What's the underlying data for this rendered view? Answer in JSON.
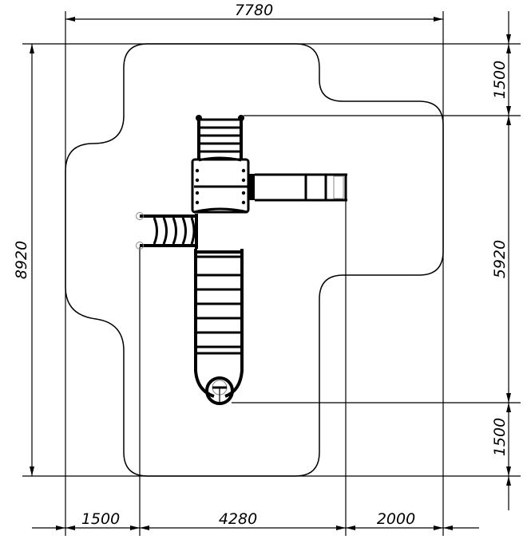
{
  "drawing": {
    "dimensions": {
      "overall_width": "7780",
      "overall_height": "8920",
      "right_top": "1500",
      "right_middle": "5920",
      "right_bottom": "1500",
      "bottom_left": "1500",
      "bottom_middle": "4280",
      "bottom_right": "2000"
    }
  }
}
